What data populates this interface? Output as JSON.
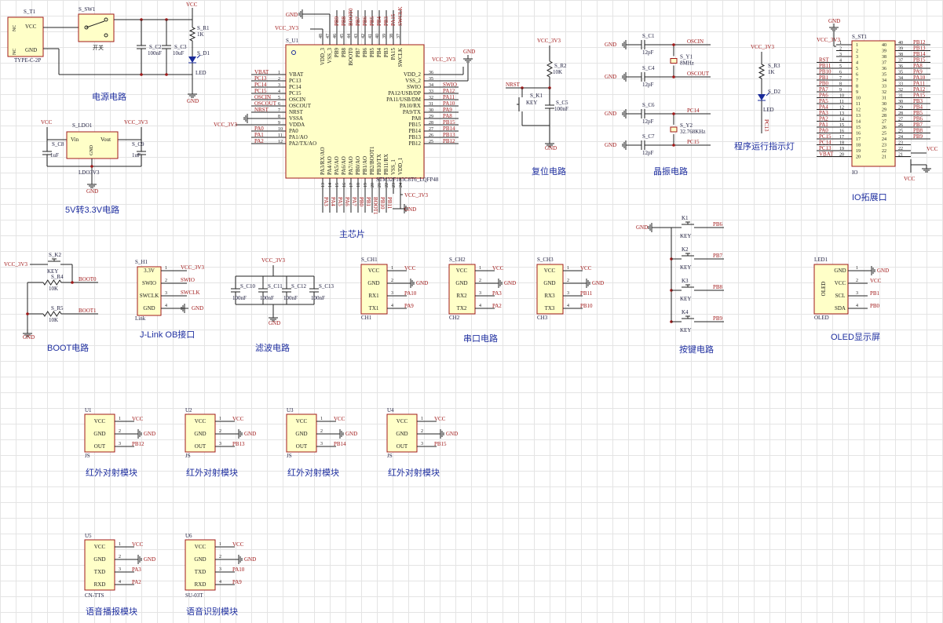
{
  "titles": {
    "power": "电源电路",
    "ldo": "5V转3.3V电路",
    "mcu": "主芯片",
    "reset": "复位电路",
    "crystal": "晶振电路",
    "indicator": "程序运行指示灯",
    "io": "IO拓展口",
    "boot": "BOOT电路",
    "jlink": "J-Link OB接口",
    "filter": "滤波电路",
    "serial": "串口电路",
    "keys": "按键电路",
    "oled": "OLED显示屏",
    "ir": "红外对射模块",
    "voice_play": "语音播报模块",
    "voice_rec": "语音识别模块"
  },
  "power": {
    "t1_ref": "S_T1",
    "t1_type": "TYPE-C-2P",
    "t1_pins": [
      "NC",
      "VCC",
      "GND",
      "NC"
    ],
    "sw1_ref": "S_SW1",
    "sw1_label": "开关",
    "c2_ref": "S_C2",
    "c2_val": "100nF",
    "c3_ref": "S_C3",
    "c3_val": "10uF",
    "r1_ref": "S_R1",
    "r1_val": "1K",
    "d1_ref": "S_D1",
    "d1_val": "LED",
    "vcc": "VCC",
    "gnd": "GND"
  },
  "ldo": {
    "ref": "S_LDO1",
    "name": "LDO3V3",
    "vin": "Vin",
    "vout": "Vout",
    "gnd": "GND",
    "c8_ref": "S_C8",
    "c8_val": "1uF",
    "c9_ref": "S_C9",
    "c9_val": "1uF",
    "vcc": "VCC",
    "vcc3": "VCC_3V3",
    "gnd_net": "GND"
  },
  "mcu": {
    "ref": "S_U1",
    "part": "STM32F103C8T6_LQFP48",
    "left_pins": [
      {
        "num": "1",
        "name": "VBAT",
        "net": "VBAT"
      },
      {
        "num": "2",
        "name": "PC13",
        "net": "PC13"
      },
      {
        "num": "3",
        "name": "PC14",
        "net": "PC14"
      },
      {
        "num": "4",
        "name": "PC15",
        "net": "PC15"
      },
      {
        "num": "5",
        "name": "OSCIN",
        "net": "OSCIN"
      },
      {
        "num": "6",
        "name": "OSCOUT",
        "net": "OSCOUT"
      },
      {
        "num": "7",
        "name": "NRST",
        "net": "NRST"
      },
      {
        "num": "8",
        "name": "VSSA",
        "net": "GND"
      },
      {
        "num": "9",
        "name": "VDDA",
        "net": "VCC_3V3"
      },
      {
        "num": "10",
        "name": "PA0",
        "net": "PA0"
      },
      {
        "num": "11",
        "name": "PA1/AO",
        "net": "PA1"
      },
      {
        "num": "12",
        "name": "PA2/TX/AO",
        "net": "PA2"
      }
    ],
    "right_pins": [
      {
        "num": "36",
        "name": "VDD_2",
        "net": "VCC_3V3"
      },
      {
        "num": "35",
        "name": "VSS_2",
        "net": ""
      },
      {
        "num": "34",
        "name": "SWIO",
        "net": "SWIO"
      },
      {
        "num": "33",
        "name": "PA12/USB/DP",
        "net": "PA12"
      },
      {
        "num": "32",
        "name": "PA11/USB/DM",
        "net": "PA11"
      },
      {
        "num": "31",
        "name": "PA10/RX",
        "net": "PA10"
      },
      {
        "num": "30",
        "name": "PA9/TX",
        "net": "PA9"
      },
      {
        "num": "29",
        "name": "PA8",
        "net": "PA8"
      },
      {
        "num": "28",
        "name": "PB15",
        "net": "PB15"
      },
      {
        "num": "27",
        "name": "PB14",
        "net": "PB14"
      },
      {
        "num": "26",
        "name": "PB13",
        "net": "PB13"
      },
      {
        "num": "25",
        "name": "PB12",
        "net": "PB12"
      }
    ],
    "top_pins": [
      {
        "num": "48",
        "name": "VDD_3",
        "net": "VCC_3V3"
      },
      {
        "num": "47",
        "name": "VSS_3",
        "net": "GND"
      },
      {
        "num": "46",
        "name": "PB9",
        "net": "PB9"
      },
      {
        "num": "45",
        "name": "PB8",
        "net": "PB8"
      },
      {
        "num": "44",
        "name": "BOOT0",
        "net": "BOOT0"
      },
      {
        "num": "43",
        "name": "PB7",
        "net": "PB7"
      },
      {
        "num": "42",
        "name": "PB6",
        "net": "PB6"
      },
      {
        "num": "41",
        "name": "PB5",
        "net": "PB5"
      },
      {
        "num": "40",
        "name": "PB4",
        "net": "PB4"
      },
      {
        "num": "39",
        "name": "PB3",
        "net": "PB3"
      },
      {
        "num": "38",
        "name": "PA15",
        "net": "PA15"
      },
      {
        "num": "37",
        "name": "SWCLK",
        "net": "SWCLK"
      }
    ],
    "bottom_pins": [
      {
        "num": "13",
        "name": "PA3/RX/AO",
        "net": "PA3"
      },
      {
        "num": "14",
        "name": "PA4/AO",
        "net": "PA4"
      },
      {
        "num": "15",
        "name": "PA5/AO",
        "net": "PA5"
      },
      {
        "num": "16",
        "name": "PA6/AO",
        "net": "PA6"
      },
      {
        "num": "17",
        "name": "PA7/AO",
        "net": "PA7"
      },
      {
        "num": "18",
        "name": "PB0/AO",
        "net": "PB0"
      },
      {
        "num": "19",
        "name": "PB1/AO",
        "net": "PB1"
      },
      {
        "num": "20",
        "name": "PB2/BOOT1",
        "net": "BOOT1"
      },
      {
        "num": "21",
        "name": "PB10/TX",
        "net": "PB10"
      },
      {
        "num": "22",
        "name": "PB11/RX",
        "net": "PB11"
      },
      {
        "num": "23",
        "name": "VSS_1",
        "net": "GND"
      },
      {
        "num": "24",
        "name": "VDD_1",
        "net": "VCC_3V3"
      }
    ],
    "top_net_vcc": "VCC_3V3",
    "top_net_gnd": "GND",
    "right_net_vcc": "VCC_3V3",
    "right_net_gnd": "GND",
    "bottom_net_vcc": "VCC_3V3",
    "bottom_net_gnd": "GND"
  },
  "reset": {
    "vcc": "VCC_3V3",
    "r_ref": "S_R2",
    "r_val": "10K",
    "k_ref": "S_K1",
    "k_val": "KEY",
    "nrst": "NRST",
    "c_ref": "S_C5",
    "c_val": "100nF",
    "gnd": "GND"
  },
  "crystal": {
    "c1_ref": "S_C1",
    "c4_ref": "S_C4",
    "c6_ref": "S_C6",
    "c7_ref": "S_C7",
    "cap_val": "12pF",
    "y1_ref": "S_Y1",
    "y1_val": "8MHz",
    "y2_ref": "S_Y2",
    "y2_val": "32.768KHz",
    "oscin": "OSCIN",
    "oscout": "OSCOUT",
    "pc14": "PC14",
    "pc15": "PC15",
    "gnd": "GND"
  },
  "indicator": {
    "vcc": "VCC_3V3",
    "r_ref": "S_R3",
    "r_val": "1K",
    "d_ref": "S_D2",
    "d_val": "LED",
    "net": "PC13"
  },
  "io": {
    "ref": "S_ST1",
    "name": "IO",
    "gnd": "GND",
    "vcc3": "VCC_3V3",
    "vcc": "VCC",
    "gnd_net": "GND",
    "left": [
      {
        "num": "1",
        "net": ""
      },
      {
        "num": "2",
        "net": ""
      },
      {
        "num": "3",
        "net": ""
      },
      {
        "num": "4",
        "net": "RST"
      },
      {
        "num": "5",
        "net": "PB11"
      },
      {
        "num": "6",
        "net": "PB10"
      },
      {
        "num": "7",
        "net": "PB1"
      },
      {
        "num": "8",
        "net": "PB0"
      },
      {
        "num": "9",
        "net": "PA7"
      },
      {
        "num": "10",
        "net": "PA6"
      },
      {
        "num": "11",
        "net": "PA5"
      },
      {
        "num": "12",
        "net": "PA4"
      },
      {
        "num": "13",
        "net": "PA3"
      },
      {
        "num": "14",
        "net": "PA2"
      },
      {
        "num": "15",
        "net": "PA1"
      },
      {
        "num": "16",
        "net": "PA0"
      },
      {
        "num": "17",
        "net": "PC15"
      },
      {
        "num": "18",
        "net": "PC14"
      },
      {
        "num": "19",
        "net": "PC13"
      },
      {
        "num": "20",
        "net": "VBAT"
      }
    ],
    "right": [
      {
        "num": "40",
        "net": "PB12"
      },
      {
        "num": "39",
        "net": "PB13"
      },
      {
        "num": "38",
        "net": "PB14"
      },
      {
        "num": "37",
        "net": "PB15"
      },
      {
        "num": "36",
        "net": "PA8"
      },
      {
        "num": "35",
        "net": "PA9"
      },
      {
        "num": "34",
        "net": "PA10"
      },
      {
        "num": "33",
        "net": "PA11"
      },
      {
        "num": "32",
        "net": "PA12"
      },
      {
        "num": "31",
        "net": "PA15"
      },
      {
        "num": "30",
        "net": "PB3"
      },
      {
        "num": "29",
        "net": "PB4"
      },
      {
        "num": "28",
        "net": "PB5"
      },
      {
        "num": "27",
        "net": "PB6"
      },
      {
        "num": "26",
        "net": "PB7"
      },
      {
        "num": "25",
        "net": "PB8"
      },
      {
        "num": "24",
        "net": "PB9"
      },
      {
        "num": "23",
        "net": ""
      },
      {
        "num": "22",
        "net": ""
      },
      {
        "num": "21",
        "net": ""
      }
    ]
  },
  "boot": {
    "vcc": "VCC_3V3",
    "k_ref": "S_K2",
    "k_val": "KEY",
    "r4_ref": "S_R4",
    "r4_val": "10K",
    "r5_ref": "S_R5",
    "r5_val": "10K",
    "boot0": "BOOT0",
    "boot1": "BOOT1",
    "gnd": "GND"
  },
  "jlink": {
    "ref": "S_H1",
    "name": "Link",
    "pins": [
      {
        "num": "1",
        "name": "3.3V",
        "net": "VCC_3V3"
      },
      {
        "num": "2",
        "name": "SWIO",
        "net": "SWIO"
      },
      {
        "num": "3",
        "name": "SWCLK",
        "net": "SWCLK"
      },
      {
        "num": "4",
        "name": "GND",
        "net": "GND"
      }
    ]
  },
  "filter": {
    "vcc": "VCC_3V3",
    "gnd": "GND",
    "caps": [
      {
        "ref": "S_C10",
        "val": "100nF"
      },
      {
        "ref": "S_C11",
        "val": "100nF"
      },
      {
        "ref": "S_C12",
        "val": "100nF"
      },
      {
        "ref": "S_C13",
        "val": "100nF"
      }
    ]
  },
  "serial": [
    {
      "ref": "S_CH1",
      "name": "CH1",
      "pins": [
        {
          "num": "1",
          "name": "VCC",
          "net": "VCC"
        },
        {
          "num": "2",
          "name": "GND",
          "net": "GND"
        },
        {
          "num": "3",
          "name": "RX1",
          "net": "PA10"
        },
        {
          "num": "4",
          "name": "TX1",
          "net": "PA9"
        }
      ]
    },
    {
      "ref": "S_CH2",
      "name": "CH2",
      "pins": [
        {
          "num": "1",
          "name": "VCC",
          "net": "VCC"
        },
        {
          "num": "2",
          "name": "GND",
          "net": "GND"
        },
        {
          "num": "3",
          "name": "RX2",
          "net": "PA3"
        },
        {
          "num": "4",
          "name": "TX2",
          "net": "PA2"
        }
      ]
    },
    {
      "ref": "S_CH3",
      "name": "CH3",
      "pins": [
        {
          "num": "1",
          "name": "VCC",
          "net": "VCC"
        },
        {
          "num": "2",
          "name": "GND",
          "net": "GND"
        },
        {
          "num": "3",
          "name": "RX3",
          "net": "PB11"
        },
        {
          "num": "4",
          "name": "TX3",
          "net": "PB10"
        }
      ]
    }
  ],
  "keys": {
    "gnd": "GND",
    "val": "KEY",
    "items": [
      {
        "ref": "K1",
        "net": "PB6"
      },
      {
        "ref": "K2",
        "net": "PB7"
      },
      {
        "ref": "K3",
        "net": "PB8"
      },
      {
        "ref": "K4",
        "net": "PB9"
      }
    ]
  },
  "oled": {
    "ref": "LED1",
    "body": "OLED",
    "name": "OLED",
    "pins": [
      {
        "num": "1",
        "name": "GND",
        "net": "GND"
      },
      {
        "num": "2",
        "name": "VCC",
        "net": "VCC"
      },
      {
        "num": "3",
        "name": "SCL",
        "net": "PB1"
      },
      {
        "num": "4",
        "name": "SDA",
        "net": "PB0"
      }
    ]
  },
  "ir_modules": [
    {
      "ref": "U1",
      "name": "JS",
      "out_net": "PB12"
    },
    {
      "ref": "U2",
      "name": "JS",
      "out_net": "PB13"
    },
    {
      "ref": "U3",
      "name": "JS",
      "out_net": "PB14"
    },
    {
      "ref": "U4",
      "name": "JS",
      "out_net": "PB15"
    }
  ],
  "ir_pins": [
    "VCC",
    "GND",
    "OUT"
  ],
  "ir_nets": [
    "VCC",
    "GND"
  ],
  "voice_modules": [
    {
      "ref": "U5",
      "name": "CN-TTS",
      "title_key": "voice_play",
      "pins": [
        {
          "num": "1",
          "name": "VCC",
          "net": "VCC"
        },
        {
          "num": "2",
          "name": "GND",
          "net": "GND"
        },
        {
          "num": "3",
          "name": "TXD",
          "net": "PA3"
        },
        {
          "num": "4",
          "name": "RXD",
          "net": "PA2"
        }
      ]
    },
    {
      "ref": "U6",
      "name": "SU-03T",
      "title_key": "voice_rec",
      "pins": [
        {
          "num": "1",
          "name": "VCC",
          "net": "VCC"
        },
        {
          "num": "2",
          "name": "GND",
          "net": "GND"
        },
        {
          "num": "3",
          "name": "TXD",
          "net": "PA10"
        },
        {
          "num": "4",
          "name": "RXD",
          "net": "PA9"
        }
      ]
    }
  ]
}
